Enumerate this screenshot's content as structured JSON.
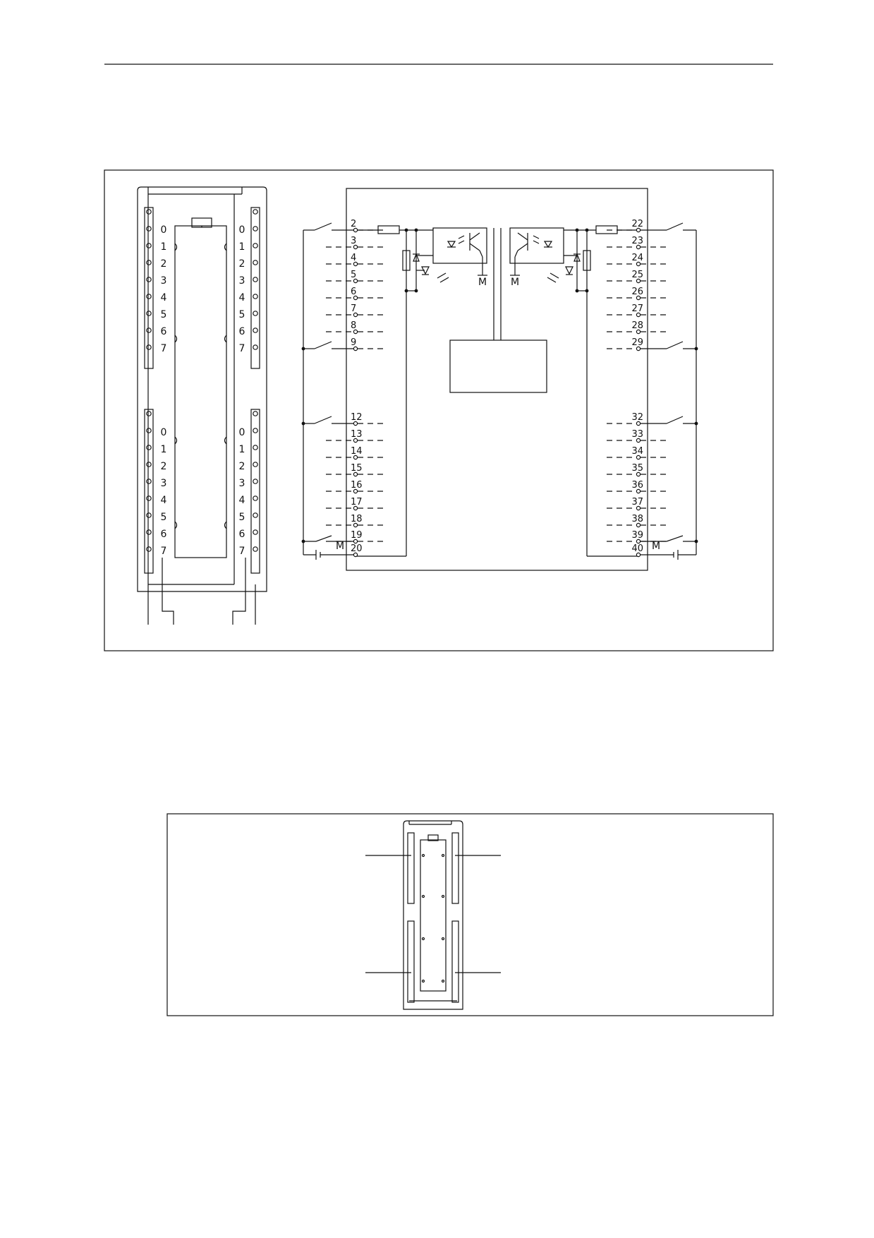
{
  "top_diagram": {
    "left_module": {
      "channel_labels": [
        "0",
        "1",
        "2",
        "3",
        "4",
        "5",
        "6",
        "7"
      ]
    },
    "left_terminals": [
      {
        "id": "2",
        "type": "switch"
      },
      {
        "id": "3",
        "type": "dash"
      },
      {
        "id": "4",
        "type": "dash"
      },
      {
        "id": "5",
        "type": "dash"
      },
      {
        "id": "6",
        "type": "dash"
      },
      {
        "id": "7",
        "type": "dash"
      },
      {
        "id": "8",
        "type": "dash"
      },
      {
        "id": "9",
        "type": "switch"
      },
      {
        "id": "12",
        "type": "switch"
      },
      {
        "id": "13",
        "type": "dash"
      },
      {
        "id": "14",
        "type": "dash"
      },
      {
        "id": "15",
        "type": "dash"
      },
      {
        "id": "16",
        "type": "dash"
      },
      {
        "id": "17",
        "type": "dash"
      },
      {
        "id": "18",
        "type": "dash"
      },
      {
        "id": "19",
        "type": "dash"
      },
      {
        "id": "20",
        "type": "ground"
      }
    ],
    "right_terminals": [
      {
        "id": "22",
        "type": "switch"
      },
      {
        "id": "23",
        "type": "dash"
      },
      {
        "id": "24",
        "type": "dash"
      },
      {
        "id": "25",
        "type": "dash"
      },
      {
        "id": "26",
        "type": "dash"
      },
      {
        "id": "27",
        "type": "dash"
      },
      {
        "id": "28",
        "type": "dash"
      },
      {
        "id": "29",
        "type": "switch"
      },
      {
        "id": "32",
        "type": "switch"
      },
      {
        "id": "33",
        "type": "dash"
      },
      {
        "id": "34",
        "type": "dash"
      },
      {
        "id": "35",
        "type": "dash"
      },
      {
        "id": "36",
        "type": "dash"
      },
      {
        "id": "37",
        "type": "dash"
      },
      {
        "id": "38",
        "type": "dash"
      },
      {
        "id": "39",
        "type": "dash"
      },
      {
        "id": "40",
        "type": "ground"
      }
    ],
    "ground_label": "M"
  },
  "bottom_diagram": {}
}
